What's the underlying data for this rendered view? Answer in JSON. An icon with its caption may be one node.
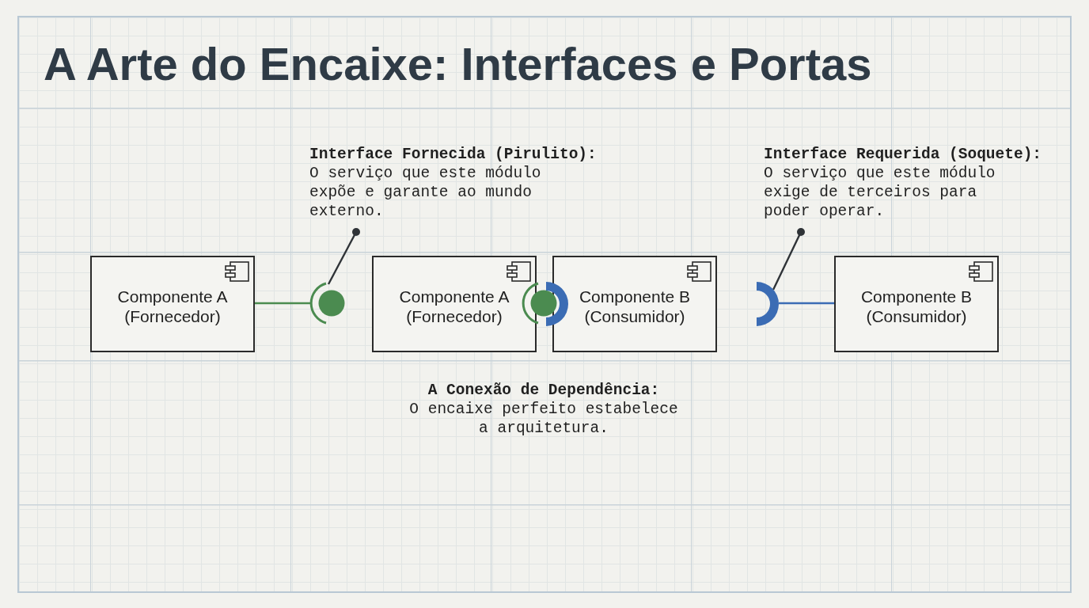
{
  "diagram": {
    "title": "A Arte do Encaixe: Interfaces e Portas",
    "nodes": [
      {
        "text": [
          "Interface Fornecida (Pirulito):",
          "O serviço que este módulo expõe e garante ao mundo externo."
        ]
      },
      {
        "text": [
          "Interface Requerida (Soquete):",
          "O serviço que este módulo exige de terceiros para poder operar."
        ]
      },
      {
        "text": [
          "Componente A (Fornecedor)"
        ]
      },
      {
        "text": [],
        "shape": "circle"
      },
      {
        "text": [
          "Componente A (Fornecedor)"
        ]
      },
      {
        "text": [],
        "shape": "circle"
      },
      {
        "text": [],
        "shape": "arc"
      },
      {
        "text": [
          "Componente B (Consumidor)"
        ]
      },
      {
        "text": [],
        "shape": "arc"
      },
      {
        "text": [
          "Componente B (Consumidor)"
        ]
      }
    ],
    "edges": [
      {
        "from": 2,
        "to": 3,
        "arrow": "none",
        "color": "#4b8b50"
      },
      {
        "from": 0,
        "to": 3,
        "arrow": "other"
      },
      {
        "from": 9,
        "to": 8,
        "arrow": "none",
        "color": "#3b6cb4"
      },
      {
        "from": 1,
        "to": 8,
        "arrow": "other"
      }
    ],
    "labels": [
      "A Conexão de Dependência:",
      "O encaixe perfeito estabelece a arquitetura."
    ]
  }
}
